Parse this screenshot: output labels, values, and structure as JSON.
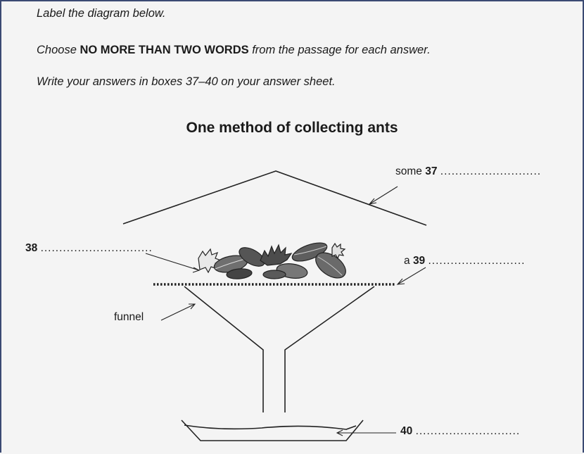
{
  "instructions": {
    "line1": "Label the diagram below.",
    "line2_pre": "Choose ",
    "line2_bold": "NO MORE THAN TWO WORDS",
    "line2_post": " from the passage for each answer.",
    "line3": "Write your answers in boxes 37–40 on your answer sheet."
  },
  "diagram": {
    "title": "One method of collecting ants",
    "labels": {
      "q37": {
        "prefix": "some ",
        "number": "37",
        "dots": "...........................",
        "underline": ""
      },
      "q38": {
        "number": "38",
        "dots": ".............................."
      },
      "q39": {
        "prefix": "a ",
        "number": "39",
        "dots": ".........................."
      },
      "funnel": "funnel",
      "q40": {
        "number": "40",
        "dots": "............................"
      }
    }
  }
}
